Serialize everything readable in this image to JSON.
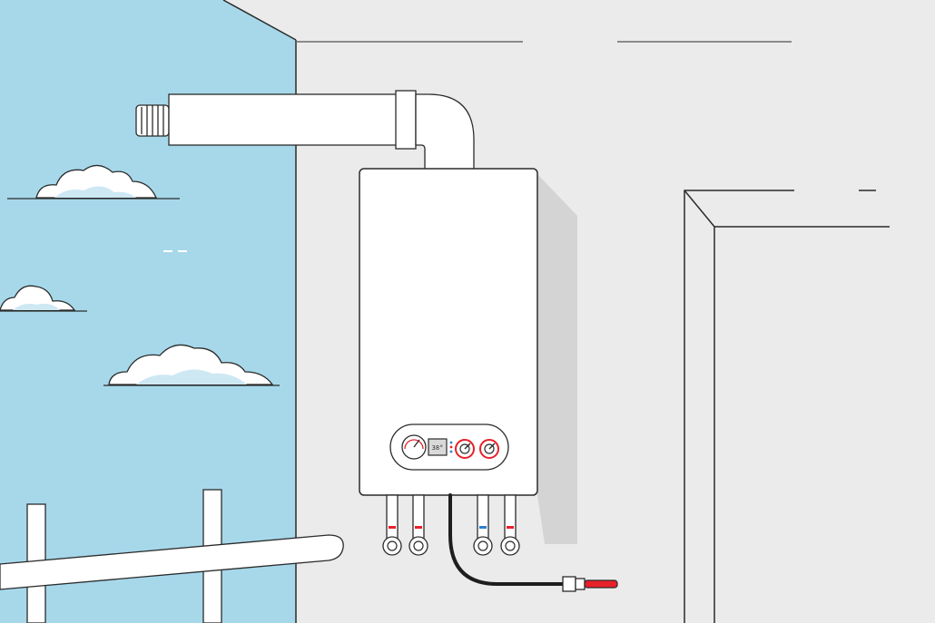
{
  "scene": {
    "subject": "wall-mounted-gas-boiler",
    "colors": {
      "sky": "#a6d8ea",
      "wall": "#ebebeb",
      "boiler_body": "#ffffff",
      "outline": "#2b2b2b",
      "shadow": "#d4d4d4",
      "cloud": "#ffffff",
      "cloud_shade": "#cde8f3",
      "accent_red": "#e8202a",
      "accent_blue": "#2f7fd1",
      "hose": "#1e1e1e"
    },
    "boiler": {
      "display_text": "38°",
      "controls": [
        "pressure-gauge",
        "display",
        "temperature-dial",
        "temperature-dial"
      ]
    },
    "pipes": {
      "valve_markers": [
        "red",
        "red",
        "blue",
        "red"
      ]
    },
    "icons": [
      "pressure-gauge-icon",
      "display-icon",
      "dial-icon",
      "dial-icon",
      "cloud-icon"
    ]
  }
}
